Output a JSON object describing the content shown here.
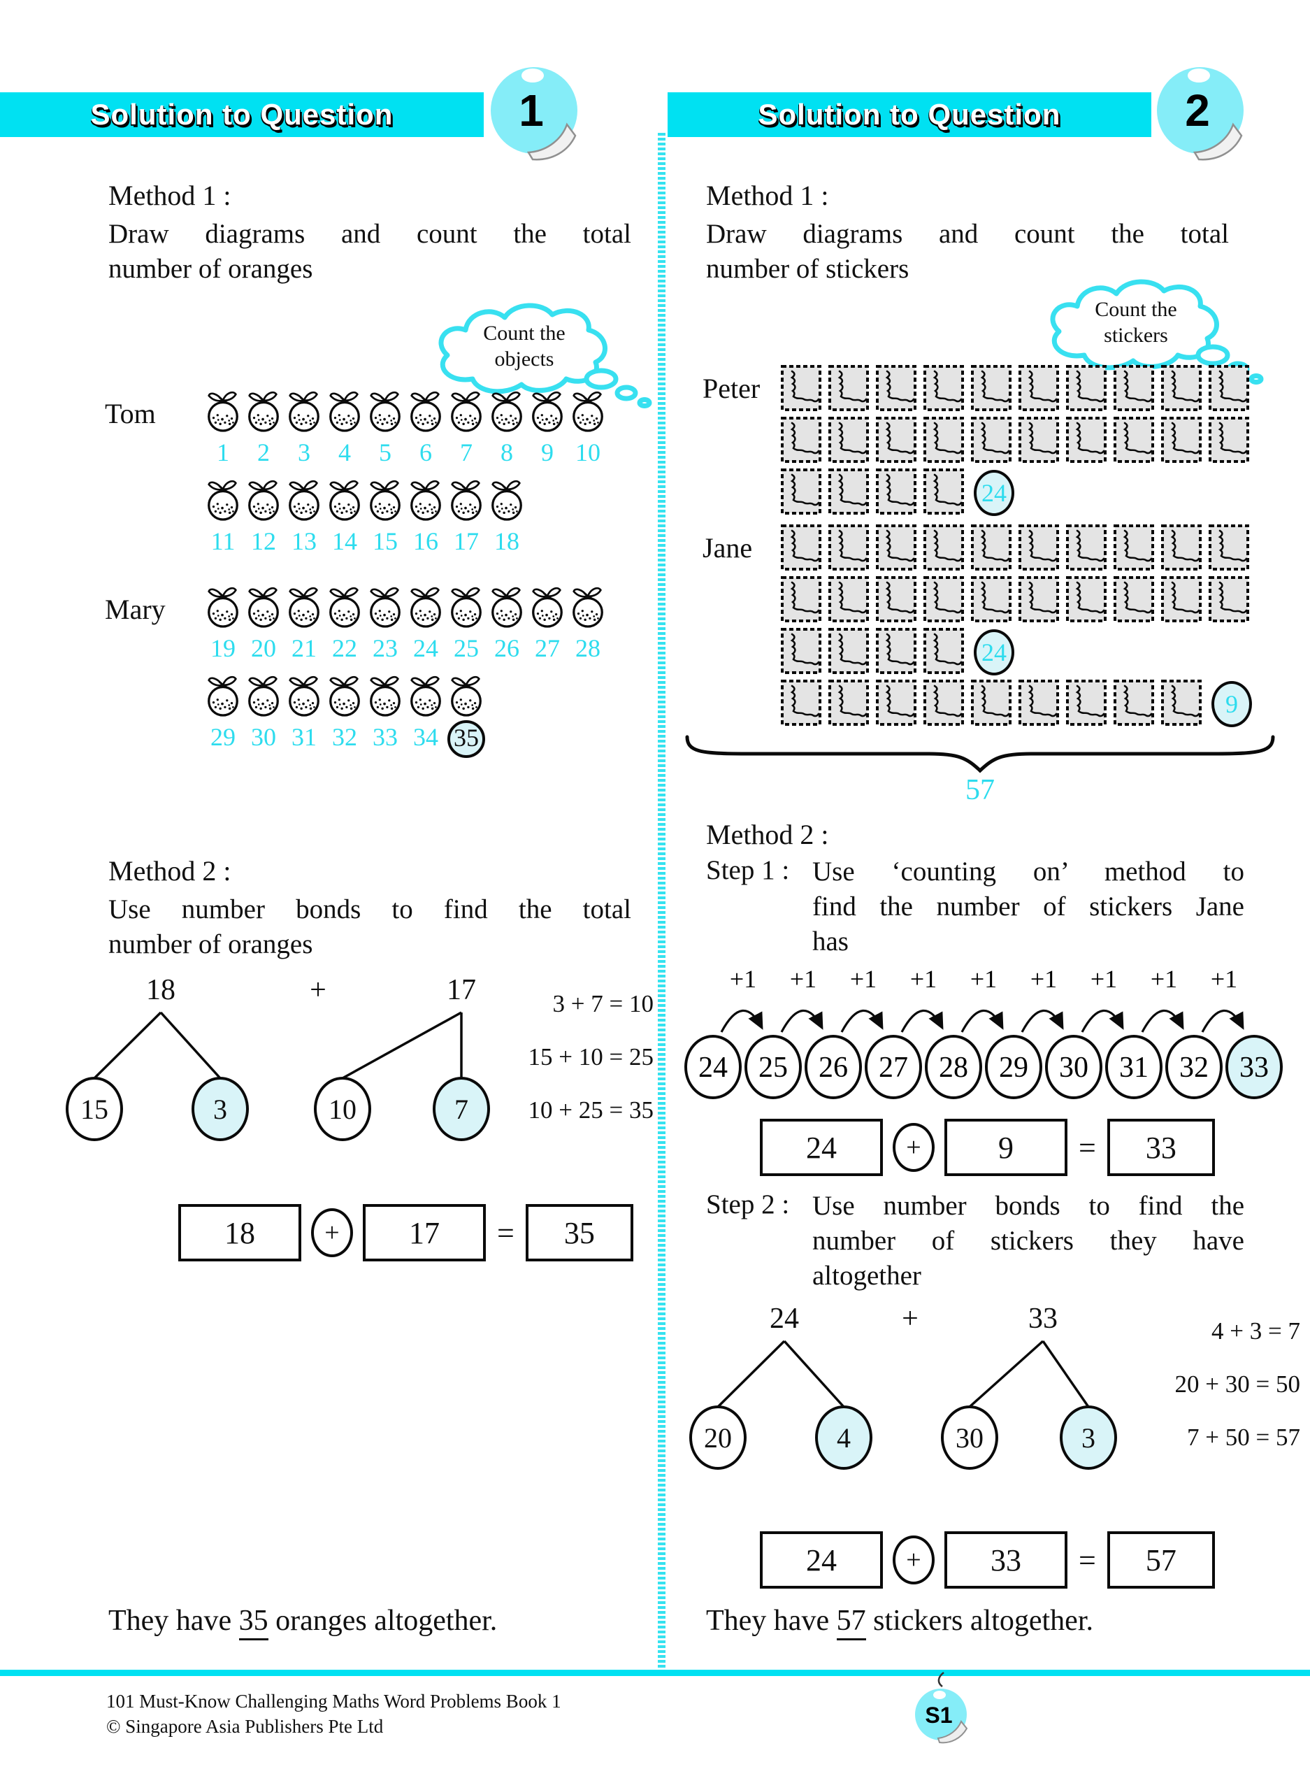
{
  "header": {
    "title": "Solution to Question"
  },
  "left": {
    "badge": "1",
    "method1_heading": "Method 1 :",
    "method1_lines": [
      "Draw diagrams and count the total",
      "number of oranges"
    ],
    "cloud_lines": [
      "Count the",
      "objects"
    ],
    "owners": [
      {
        "name": "Tom",
        "rows": [
          {
            "numbers": [
              1,
              2,
              3,
              4,
              5,
              6,
              7,
              8,
              9,
              10
            ]
          },
          {
            "numbers": [
              11,
              12,
              13,
              14,
              15,
              16,
              17,
              18
            ]
          }
        ]
      },
      {
        "name": "Mary",
        "rows": [
          {
            "numbers": [
              19,
              20,
              21,
              22,
              23,
              24,
              25,
              26,
              27,
              28
            ]
          },
          {
            "numbers": [
              29,
              30,
              31,
              32,
              33,
              34,
              35
            ],
            "circle_last": true
          }
        ]
      }
    ],
    "method2_heading": "Method 2 :",
    "method2_lines": [
      "Use number bonds to find the total",
      "number of oranges"
    ],
    "bond": {
      "a": "18",
      "op": "+",
      "b": "17",
      "parts": [
        "15",
        "3",
        "10",
        "7"
      ],
      "equations": [
        "3 + 7 = 10",
        "15 + 10 = 25",
        "10 + 25 = 35"
      ]
    },
    "box_equation": {
      "t1": "18",
      "op": "+",
      "t2": "17",
      "eq": "=",
      "result": "35"
    },
    "answer": {
      "prefix": "They have ",
      "value": "35",
      "suffix": " oranges altogether."
    }
  },
  "right": {
    "badge": "2",
    "method1_heading": "Method 1 :",
    "method1_lines": [
      "Draw diagrams and count the total",
      "number of stickers"
    ],
    "cloud_lines": [
      "Count the",
      "stickers"
    ],
    "owners": [
      {
        "name": "Peter",
        "rows": [
          {
            "count": 10
          },
          {
            "count": 10
          },
          {
            "count": 4,
            "badge": "24"
          }
        ]
      },
      {
        "name": "Jane",
        "rows": [
          {
            "count": 10
          },
          {
            "count": 10
          },
          {
            "count": 4,
            "badge": "24"
          },
          {
            "count": 9,
            "badge": "9"
          }
        ]
      }
    ],
    "brace_total": "57",
    "method2_heading": "Method 2 :",
    "step1_label": "Step 1 :",
    "step1_lines": [
      "Use ‘counting on’ method to",
      "find the number of stickers Jane",
      "has"
    ],
    "counting": {
      "step_label": "+1",
      "values": [
        "24",
        "25",
        "26",
        "27",
        "28",
        "29",
        "30",
        "31",
        "32",
        "33"
      ]
    },
    "step1_box": {
      "t1": "24",
      "op": "+",
      "t2": "9",
      "eq": "=",
      "result": "33"
    },
    "step2_label": "Step 2 :",
    "step2_lines": [
      "Use number bonds to find the",
      "number of stickers they have",
      "altogether"
    ],
    "bond": {
      "a": "24",
      "op": "+",
      "b": "33",
      "parts": [
        "20",
        "4",
        "30",
        "3"
      ],
      "equations": [
        "4 + 3 = 7",
        "20 + 30 = 50",
        "7 + 50 = 57"
      ]
    },
    "box_equation": {
      "t1": "24",
      "op": "+",
      "t2": "33",
      "eq": "=",
      "result": "57"
    },
    "answer": {
      "prefix": "They have ",
      "value": "57",
      "suffix": " stickers altogether."
    }
  },
  "footer": {
    "line1": "101 Must-Know Challenging Maths Word Problems Book 1",
    "line2": "© Singapore Asia Publishers Pte Ltd",
    "page_badge": "S1"
  },
  "colors": {
    "header_cyan": "#00e1f2",
    "badge_cyan": "#85edf8",
    "light_cyan_fill": "#d9f4f8",
    "number_cyan": "#2ddcee",
    "sticker_gray": "#e4e4e4"
  }
}
